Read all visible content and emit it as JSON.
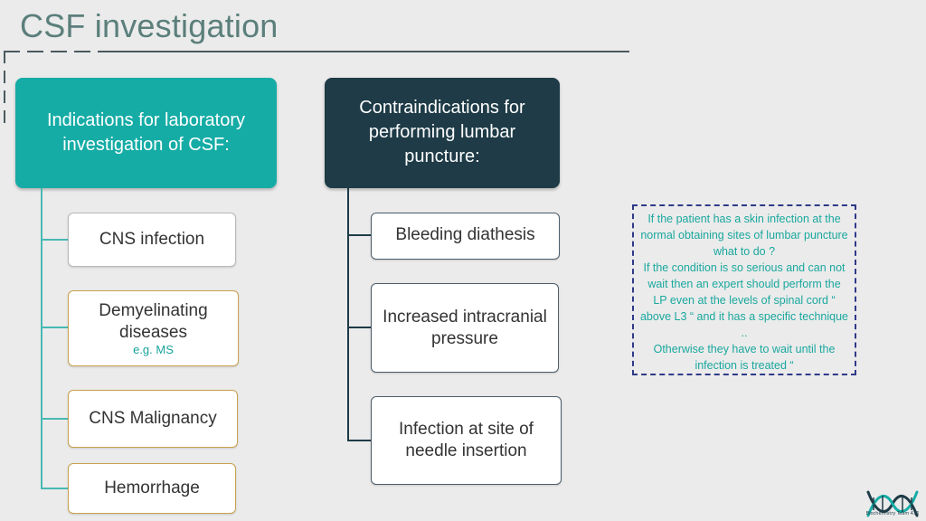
{
  "title": "CSF investigation",
  "left": {
    "header": "Indications for laboratory investigation of CSF:",
    "items": [
      {
        "label": "CNS infection",
        "sub": ""
      },
      {
        "label": "Demyelinating diseases",
        "sub": "e.g. MS"
      },
      {
        "label": "CNS Malignancy",
        "sub": ""
      },
      {
        "label": "Hemorrhage",
        "sub": ""
      }
    ]
  },
  "right": {
    "header": "Contraindications for performing lumbar puncture:",
    "items": [
      {
        "label": "Bleeding diathesis"
      },
      {
        "label": "Increased intracranial pressure"
      },
      {
        "label": "Infection at site of needle insertion"
      }
    ]
  },
  "note": {
    "lines": [
      "If the patient has a skin infection at the normal obtaining sites of lumbar puncture what to do ?",
      "If the condition is so serious and can not wait then an expert should perform the LP even at the levels of spinal cord “ above L3 “ and it has a specific technique ..",
      "Otherwise they have to wait until the infection is treated “"
    ]
  },
  "logo": {
    "text": "Biochemistry Team 436",
    "icon": "dna-helix-icon"
  },
  "colors": {
    "teal": "#16aca6",
    "dark": "#1e3b47",
    "note_border": "#2f3a88",
    "note_text": "#1aa89e"
  }
}
